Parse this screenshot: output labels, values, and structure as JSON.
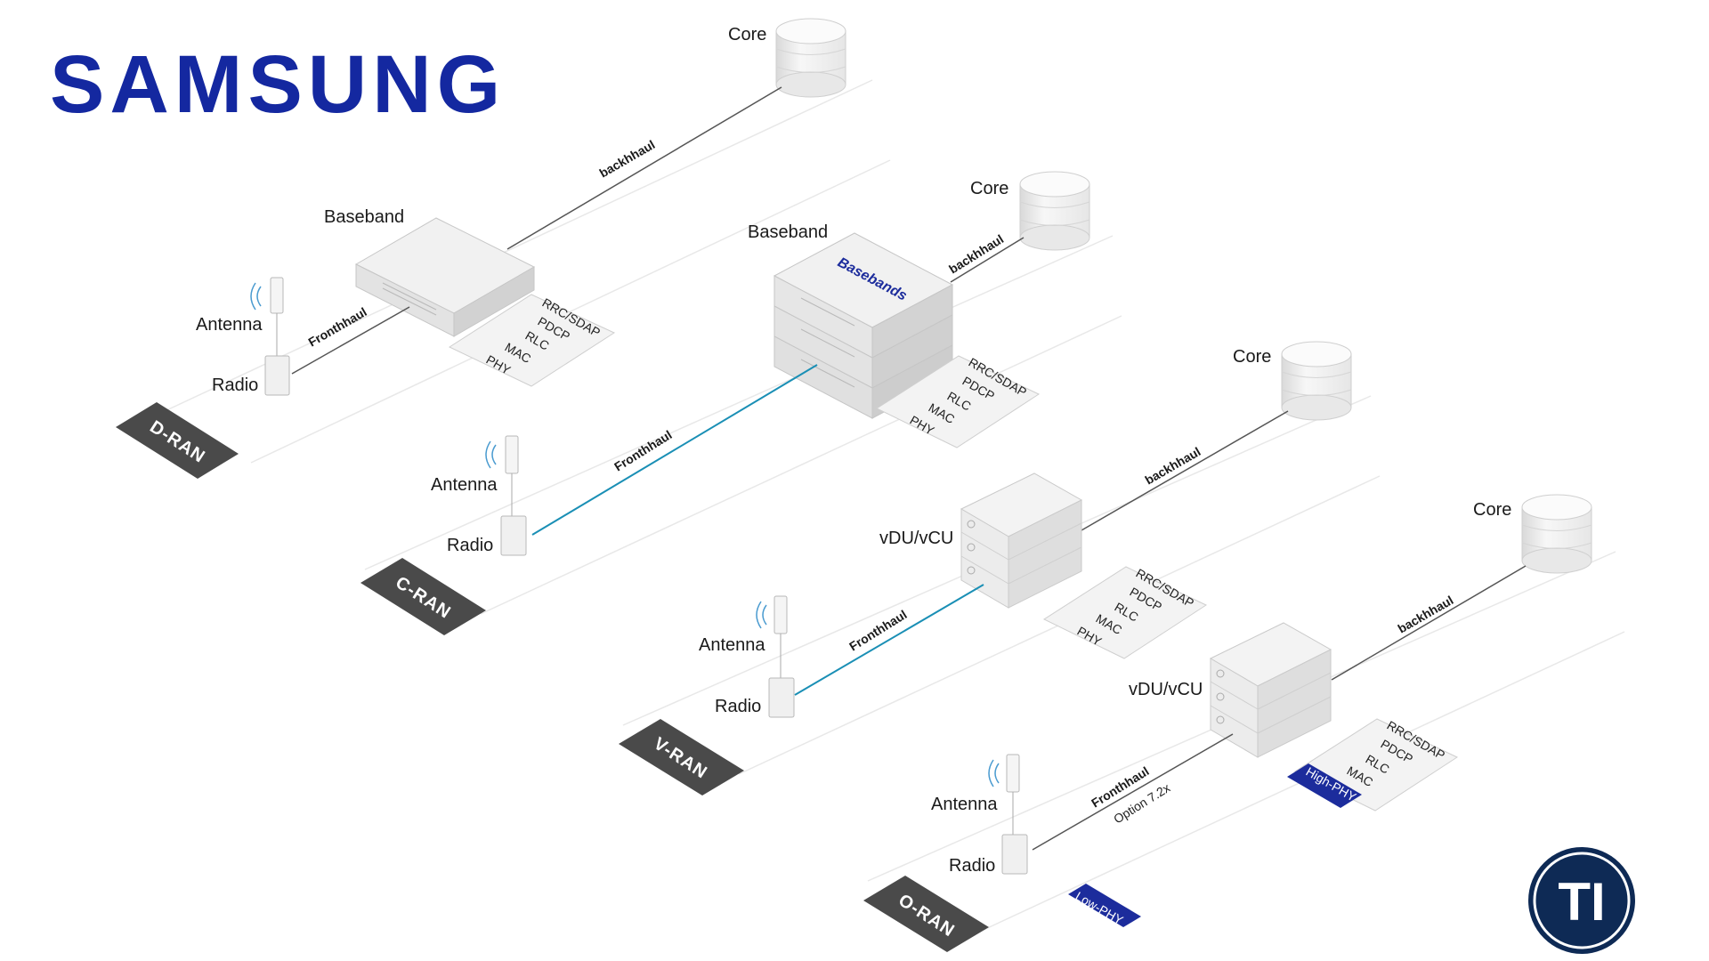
{
  "brand": {
    "logo_text": "SAMSUNG",
    "logo_color": "#1428a0",
    "badge_text": "TI",
    "badge_color": "#0e2a55"
  },
  "colors": {
    "label": "#1a1a1a",
    "fronthaul_fiber": "#1a8fb5",
    "link_gray": "#555555",
    "tag_bg": "#4a4a4a",
    "phy_bg": "#1c2c9c"
  },
  "labels": {
    "core": "Core",
    "baseband": "Baseband",
    "baseband_unit_text": "Basebands",
    "vdu_vcu": "vDU/vCU",
    "antenna": "Antenna",
    "radio": "Radio",
    "backhaul": "backhhaul",
    "fronthaul": "Fronthhaul",
    "option": "Option 7.2x",
    "low_phy": "Low-PHY",
    "high_phy": "High-PHY"
  },
  "protocol_stack": [
    "RRC/SDAP",
    "PDCP",
    "RLC",
    "MAC",
    "PHY"
  ],
  "architectures": [
    {
      "id": "d-ran",
      "tag": "D-RAN"
    },
    {
      "id": "c-ran",
      "tag": "C-RAN"
    },
    {
      "id": "v-ran",
      "tag": "V-RAN"
    },
    {
      "id": "o-ran",
      "tag": "O-RAN"
    }
  ]
}
